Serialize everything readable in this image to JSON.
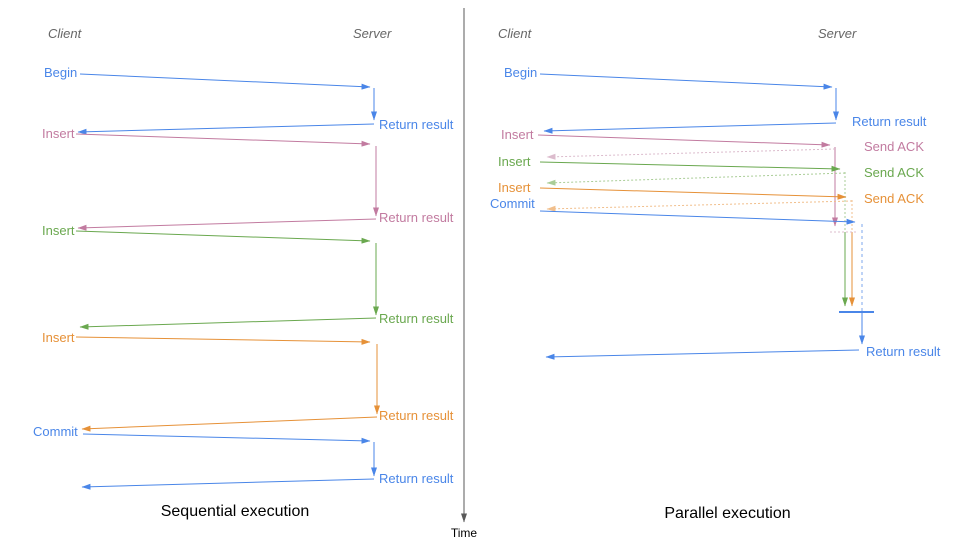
{
  "colors": {
    "blue": "#4a86e8",
    "blue_light": "#7da7ee",
    "pink": "#c27ba0",
    "pink_light": "#dcbccd",
    "green": "#6aa84f",
    "green_light": "#aacd97",
    "orange": "#e69138",
    "orange_light": "#f1bf8c",
    "axis": "#595959",
    "header": "#666666",
    "caption": "#000000"
  },
  "time_axis": {
    "label": "Time"
  },
  "panels": {
    "sequential": {
      "caption": "Sequential execution",
      "client_label": "Client",
      "server_label": "Server",
      "operations": [
        {
          "name": "Begin",
          "color": "blue",
          "response": "Return result"
        },
        {
          "name": "Insert",
          "color": "pink",
          "response": "Return result"
        },
        {
          "name": "Insert",
          "color": "green",
          "response": "Return result"
        },
        {
          "name": "Insert",
          "color": "orange",
          "response": "Return result"
        },
        {
          "name": "Commit",
          "color": "blue",
          "response": "Return result"
        }
      ]
    },
    "parallel": {
      "caption": "Parallel execution",
      "client_label": "Client",
      "server_label": "Server",
      "operations": [
        {
          "name": "Begin",
          "color": "blue",
          "response": "Return result"
        },
        {
          "name": "Insert",
          "color": "pink",
          "response": "Send ACK"
        },
        {
          "name": "Insert",
          "color": "green",
          "response": "Send ACK"
        },
        {
          "name": "Insert",
          "color": "orange",
          "response": "Send ACK"
        },
        {
          "name": "Commit",
          "color": "blue",
          "response": "Return result"
        }
      ]
    }
  }
}
